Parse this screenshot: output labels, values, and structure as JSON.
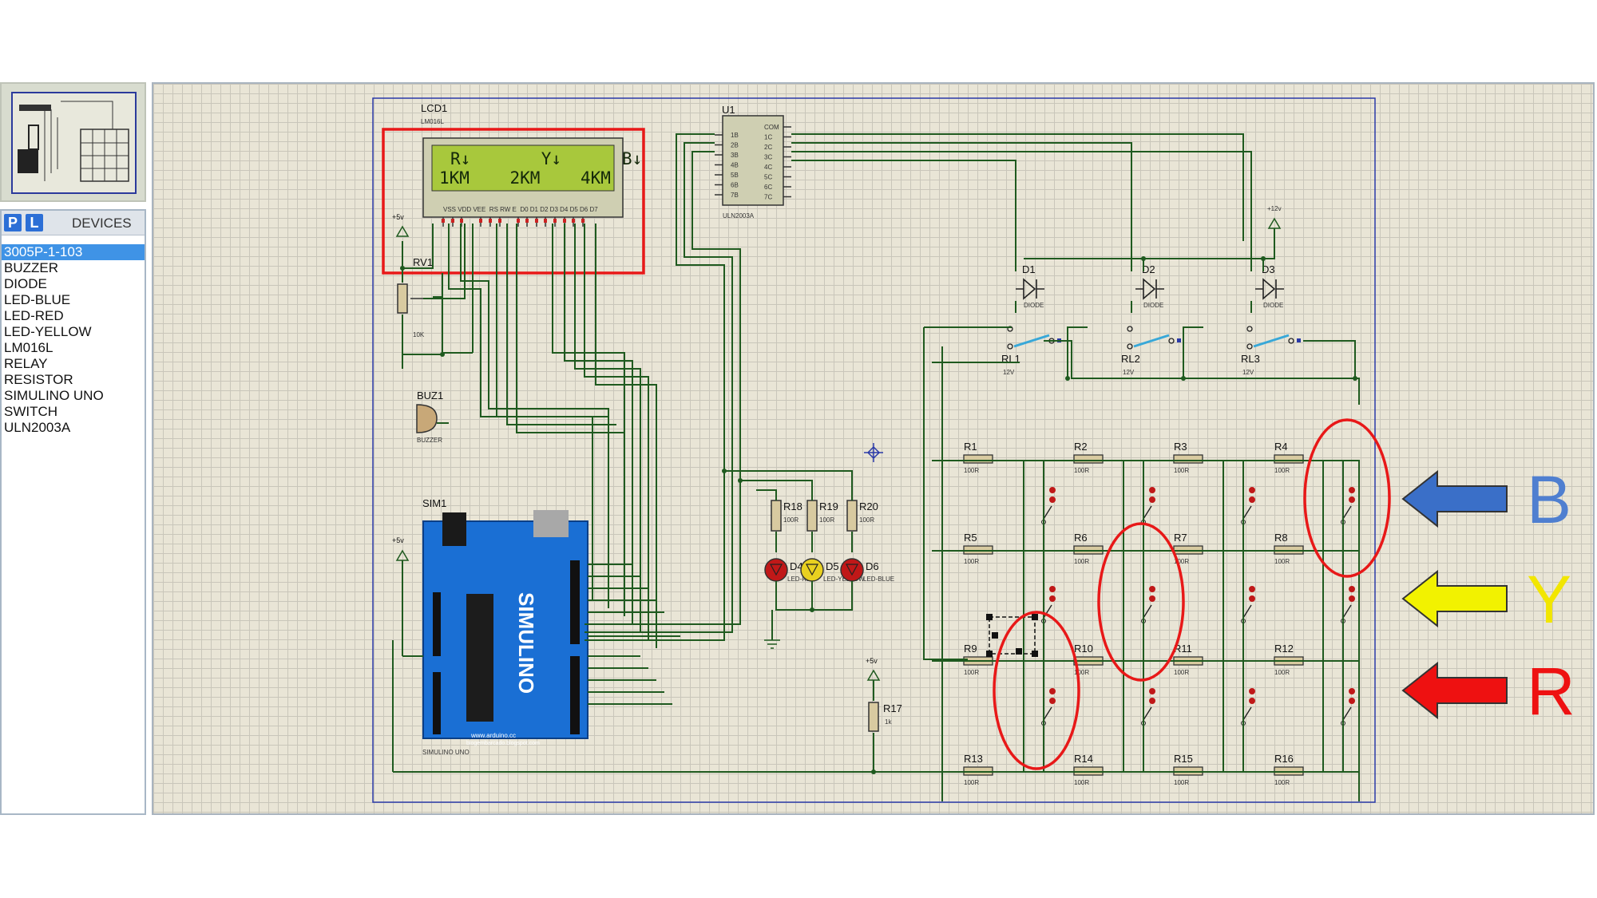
{
  "devices_panel": {
    "btn_p": "P",
    "btn_l": "L",
    "title": "DEVICES",
    "items": [
      "3005P-1-103",
      "BUZZER",
      "DIODE",
      "LED-BLUE",
      "LED-RED",
      "LED-YELLOW",
      "LM016L",
      "RELAY",
      "RESISTOR",
      "SIMULINO UNO",
      "SWITCH",
      "ULN2003A"
    ],
    "selected": "3005P-1-103"
  },
  "lcd": {
    "ref": "LCD1",
    "part": "LM016L",
    "line1": "R↓       Y↓      B↓",
    "line2": "1KM    2KM    4KM",
    "pins": "VSS VDD VEE  RS RW E  D0 D1 D2 D3 D4 D5 D6 D7",
    "screen_color": "#a8c83c"
  },
  "uln": {
    "ref": "U1",
    "part": "ULN2003A",
    "left_pins": [
      "1B",
      "2B",
      "3B",
      "4B",
      "5B",
      "6B",
      "7B"
    ],
    "right_pins": [
      "COM",
      "1C",
      "2C",
      "3C",
      "4C",
      "5C",
      "6C",
      "7C"
    ]
  },
  "arduino": {
    "ref": "SIM1",
    "part": "SIMULINO UNO",
    "logo": "SIMULINO",
    "url1": "www.arduino.cc",
    "url2": "blogembarcado.blogspot.com"
  },
  "pot": {
    "ref": "RV1",
    "value": "10K",
    "supply": "+5v"
  },
  "buzzer": {
    "ref": "BUZ1",
    "part": "BUZZER"
  },
  "diodes": [
    {
      "ref": "D1",
      "part": "DIODE"
    },
    {
      "ref": "D2",
      "part": "DIODE"
    },
    {
      "ref": "D3",
      "part": "DIODE"
    }
  ],
  "relays": [
    {
      "ref": "RL1",
      "value": "12V"
    },
    {
      "ref": "RL2",
      "value": "12V"
    },
    {
      "ref": "RL3",
      "value": "12V"
    }
  ],
  "supply_12v": "+12v",
  "supply_5v": "+5v",
  "resistor_value": "100R",
  "resistors_grid": [
    "R1",
    "R2",
    "R3",
    "R4",
    "R5",
    "R6",
    "R7",
    "R8",
    "R9",
    "R10",
    "R11",
    "R12",
    "R13",
    "R14",
    "R15",
    "R16"
  ],
  "led_resistors": [
    "R18",
    "R19",
    "R20"
  ],
  "leds": [
    {
      "ref": "D4",
      "part": "LED-RED",
      "color": "#c01818"
    },
    {
      "ref": "D5",
      "part": "LED-YELLOW",
      "color": "#e8d020"
    },
    {
      "ref": "D6",
      "part": "LED-BLUE",
      "color": "#c01818"
    }
  ],
  "r17": {
    "ref": "R17",
    "value": "1k"
  },
  "arrows": [
    {
      "letter": "B",
      "arrow_color": "#3a6fc8",
      "letter_color": "#4f7fd0"
    },
    {
      "letter": "Y",
      "arrow_color": "#f2f200",
      "letter_color": "#f2e600"
    },
    {
      "letter": "R",
      "arrow_color": "#ee1111",
      "letter_color": "#ee1111"
    }
  ],
  "highlight_color": "#e81818"
}
